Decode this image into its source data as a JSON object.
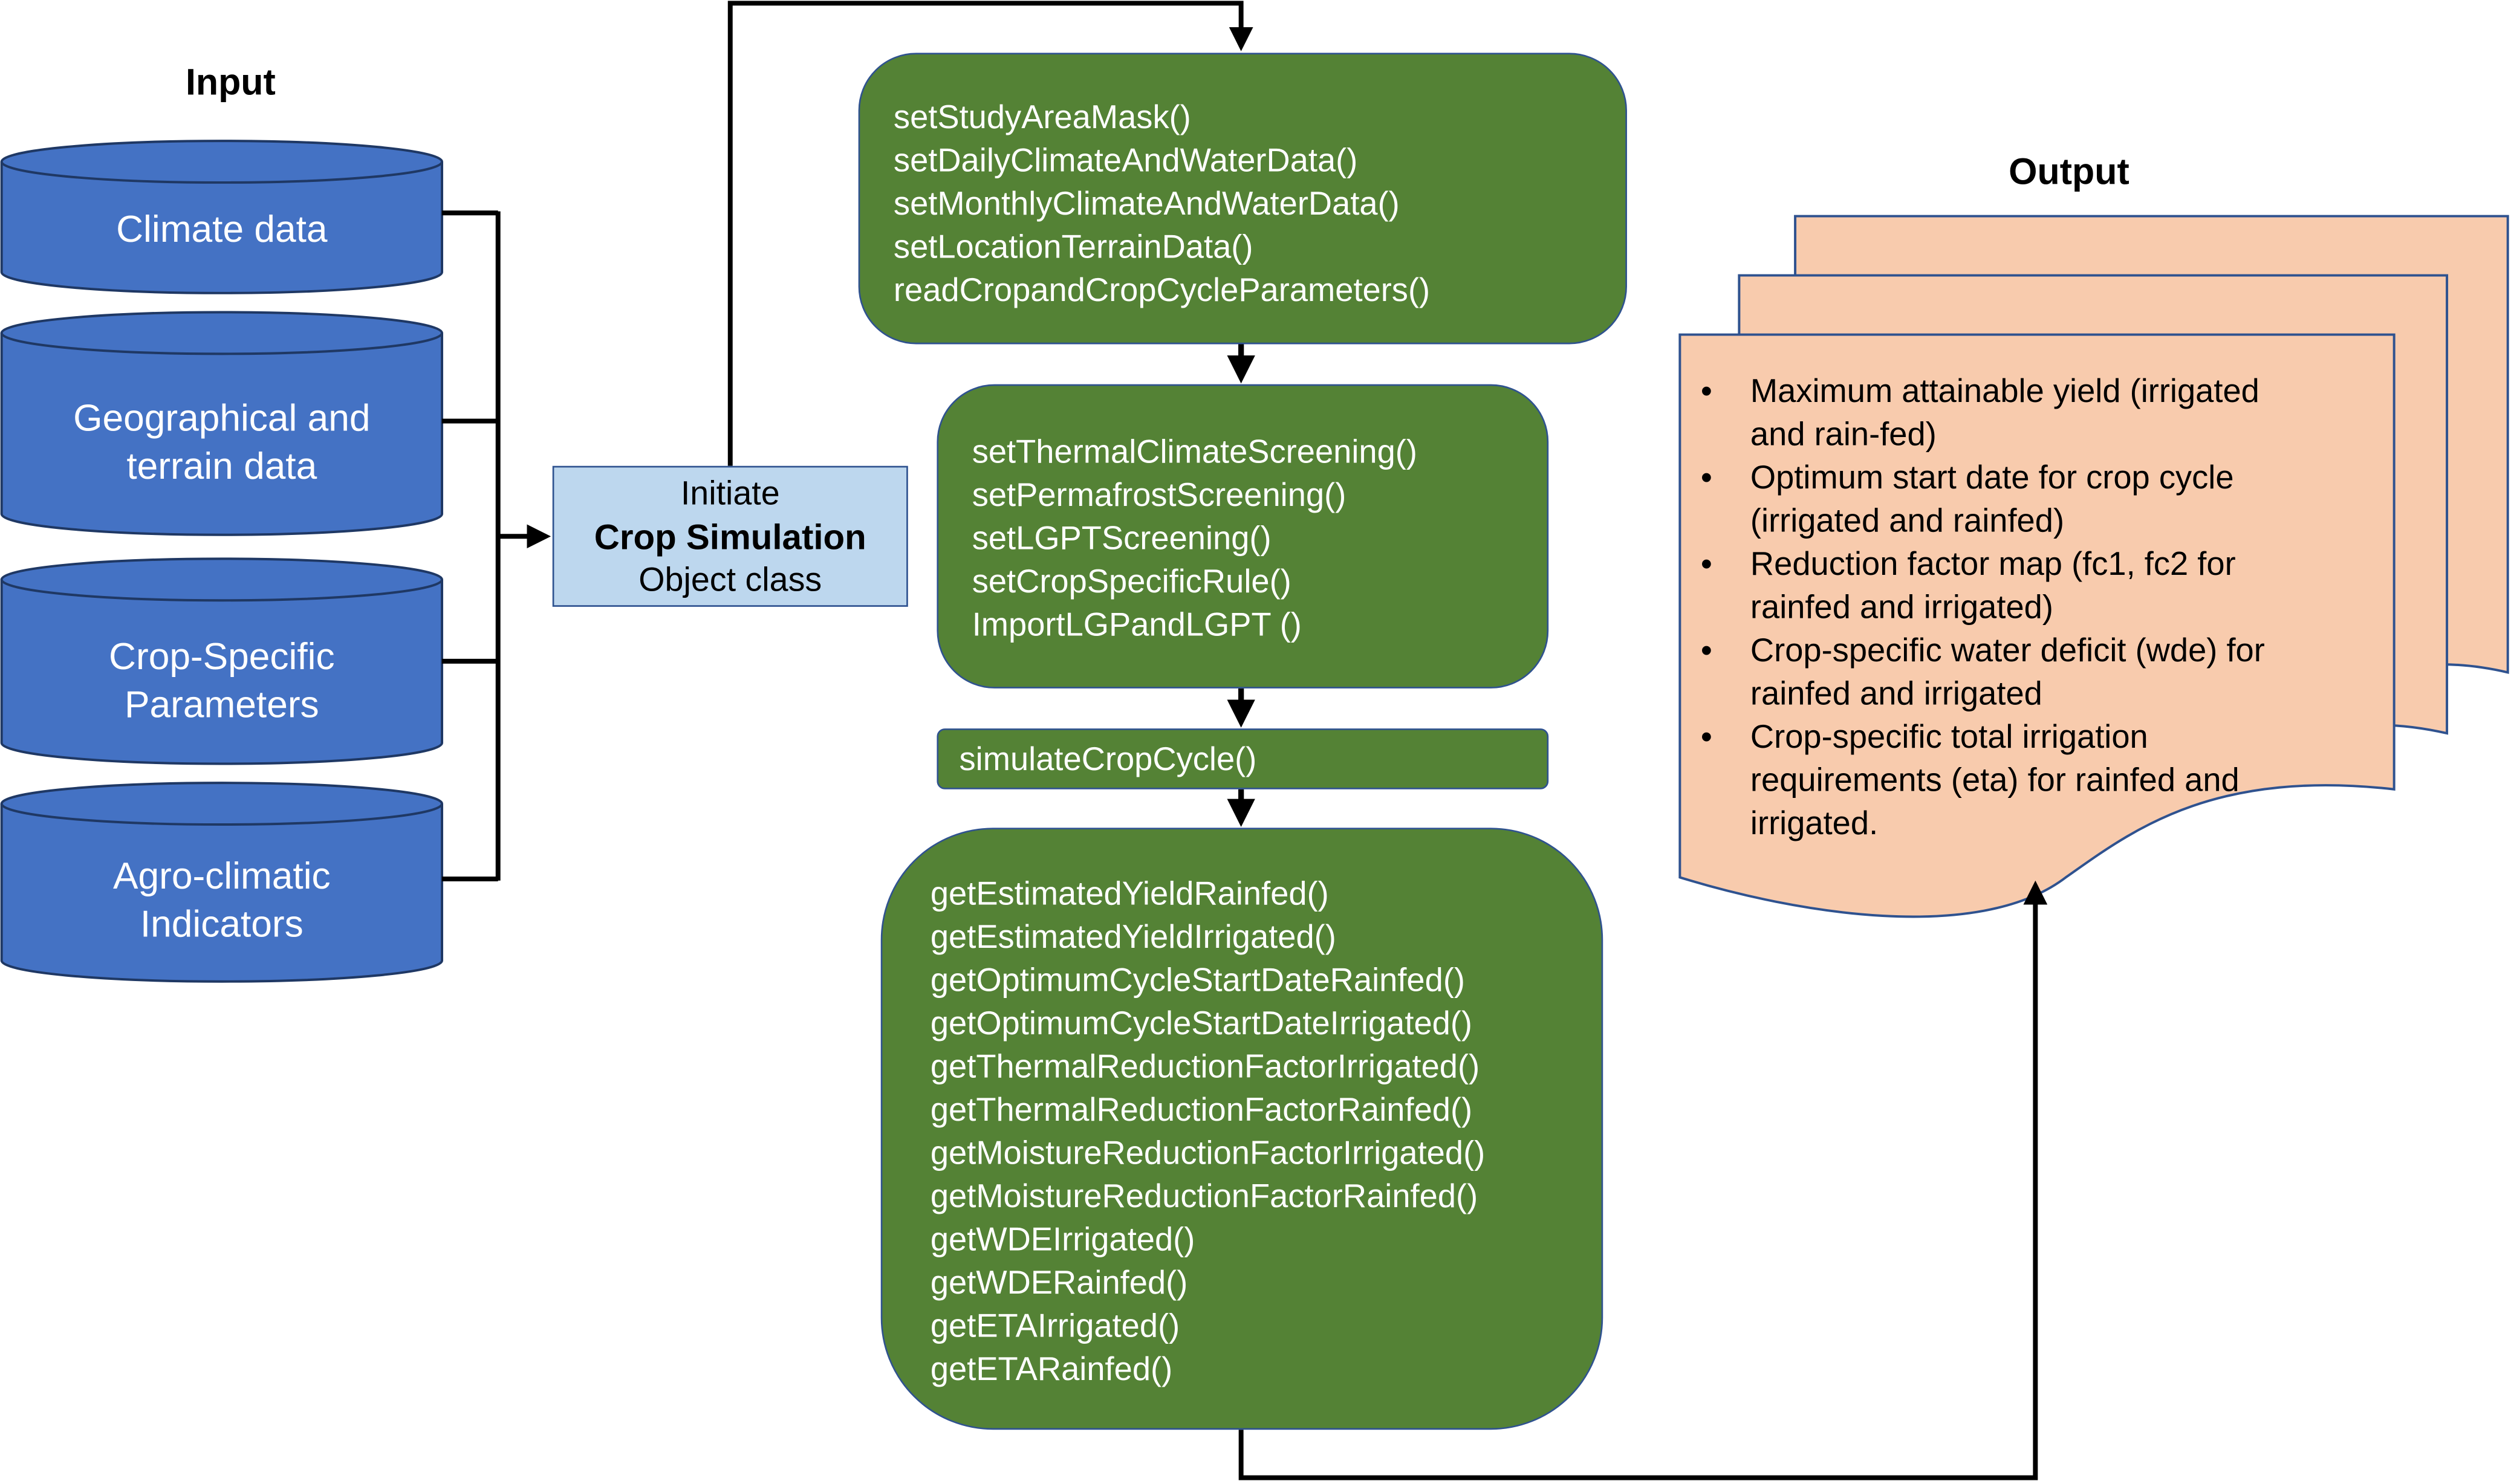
{
  "input": {
    "title": "Input",
    "sources": [
      {
        "line1": "Climate data",
        "line2": ""
      },
      {
        "line1": "Geographical and",
        "line2": "terrain data"
      },
      {
        "line1": "Crop-Specific",
        "line2": "Parameters"
      },
      {
        "line1": "Agro-climatic",
        "line2": "Indicators"
      }
    ]
  },
  "initiate": {
    "line1": "Initiate",
    "line2": "Crop Simulation",
    "line3": "Object class"
  },
  "setup_methods": [
    "setStudyAreaMask()",
    "setDailyClimateAndWaterData()",
    "setMonthlyClimateAndWaterData()",
    "setLocationTerrainData()",
    "readCropandCropCycleParameters()"
  ],
  "screening_methods": [
    "setThermalClimateScreening()",
    "setPermafrostScreening()",
    "setLGPTScreening()",
    "setCropSpecificRule()",
    "ImportLGPandLGPT ()"
  ],
  "simulate_method": "simulateCropCycle()",
  "getter_methods": [
    "getEstimatedYieldRainfed()",
    "getEstimatedYieldIrrigated()",
    "getOptimumCycleStartDateRainfed()",
    "getOptimumCycleStartDateIrrigated()",
    "getThermalReductionFactorIrrigated()",
    "getThermalReductionFactorRainfed()",
    "getMoistureReductionFactorIrrigated()",
    "getMoistureReductionFactorRainfed()",
    "getWDEIrrigated()",
    "getWDERainfed()",
    "getETAIrrigated()",
    "getETARainfed()"
  ],
  "output": {
    "title": "Output",
    "items": [
      {
        "line1": "Maximum attainable yield (irrigated",
        "line2": "and rain-fed)"
      },
      {
        "line1": "Optimum start date for crop cycle",
        "line2": "(irrigated and rainfed)"
      },
      {
        "line1": "Reduction factor map (fc1, fc2 for",
        "line2": "rainfed and irrigated)"
      },
      {
        "line1": "Crop-specific water deficit (wde) for",
        "line2": "rainfed and irrigated"
      },
      {
        "line1": "Crop-specific total irrigation",
        "line2": "requirements (eta) for rainfed and",
        "line3": "irrigated."
      }
    ]
  },
  "colors": {
    "cylinder_fill": "#4472c4",
    "process_fill": "#548235",
    "initiate_fill": "#bdd7ee",
    "document_fill": "#f8cbad",
    "border": "#2f528f",
    "connector": "#000000"
  }
}
